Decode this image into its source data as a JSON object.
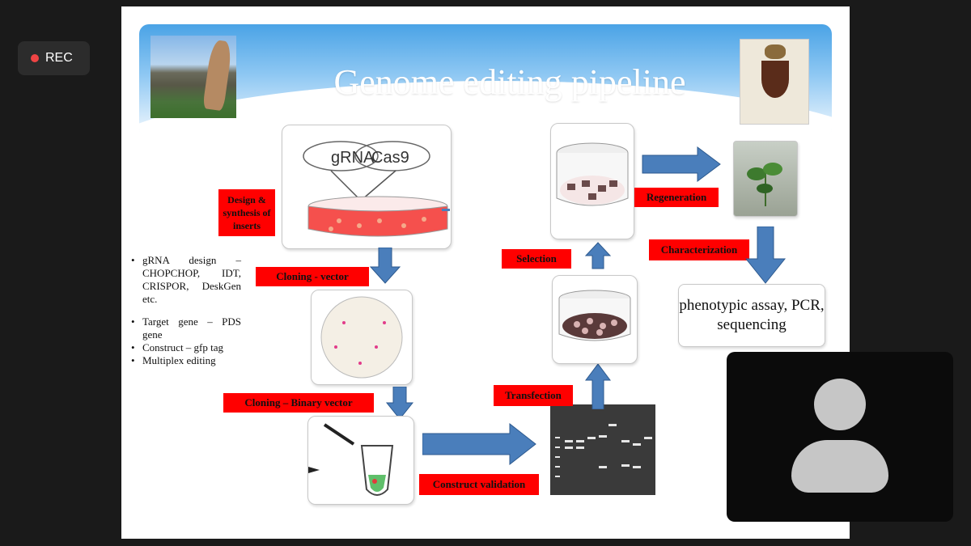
{
  "recording": {
    "label": "REC"
  },
  "slide": {
    "title": "Genome editing pipeline",
    "labels": {
      "design": "Design & synthesis of inserts",
      "cloning_vector": "Cloning - vector",
      "cloning_binary": "Cloning – Binary vector",
      "construct_validation": "Construct validation",
      "transfection": "Transfection",
      "selection": "Selection",
      "regeneration": "Regeneration",
      "characterization": "Characterization"
    },
    "diagram": {
      "grna": "gRNA",
      "cas9": "Cas9"
    },
    "outcome": "phenotypic assay, PCR, sequencing",
    "bullets": {
      "b1": "gRNA design – CHOPCHOP, IDT, CRISPOR, DeskGen etc.",
      "b2": "Target gene – PDS gene",
      "b3": "Construct – gfp tag",
      "b4": "Multiplex editing"
    }
  },
  "colors": {
    "label_red": "#ff0000",
    "arrow_blue": "#4a7ebb"
  },
  "icons": {
    "rec": "record-dot-icon",
    "avatar": "person-avatar-icon"
  }
}
